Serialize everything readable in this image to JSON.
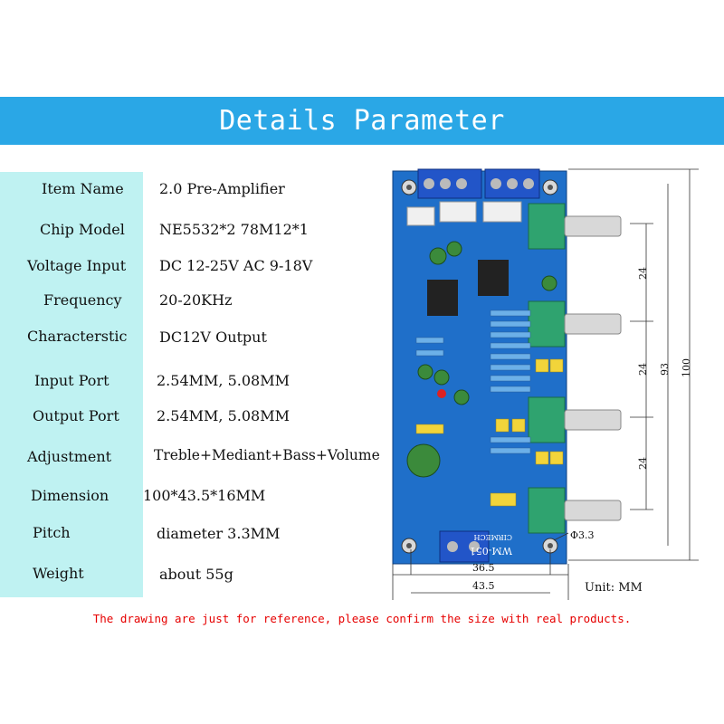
{
  "header": {
    "title": "Details Parameter",
    "color": "#2aa7e6"
  },
  "specs": [
    {
      "label": "Item Name",
      "value": "2.0 Pre-Amplifier"
    },
    {
      "label": "Chip Model",
      "value": "NE5532*2  78M12*1"
    },
    {
      "label": "Voltage Input",
      "value": "DC 12-25V AC 9-18V"
    },
    {
      "label": "Frequency",
      "value": "20-20KHz"
    },
    {
      "label": "Characterstic",
      "value": "DC12V Output"
    },
    {
      "label": "Input Port",
      "value": "2.54MM, 5.08MM"
    },
    {
      "label": "Output Port",
      "value": "2.54MM, 5.08MM"
    },
    {
      "label": "Adjustment",
      "value": "Treble+Mediant+Bass+Volume"
    },
    {
      "label": "Dimension",
      "value": "100*43.5*16MM"
    },
    {
      "label": "Pitch",
      "value": "diameter 3.3MM"
    },
    {
      "label": "Weight",
      "value": "about 55g"
    }
  ],
  "drawing": {
    "dim_24": "24",
    "dim_93": "93",
    "dim_100": "100",
    "dim_hole": "Φ3.3",
    "dim_365": "36.5",
    "dim_435": "43.5",
    "unit": "Unit: MM",
    "board_label": "WM-051",
    "board_brand": "CIRMECH",
    "board_color": "#1f6fc9"
  },
  "footer": {
    "note": "The drawing are just for reference, please confirm the size with real products."
  }
}
